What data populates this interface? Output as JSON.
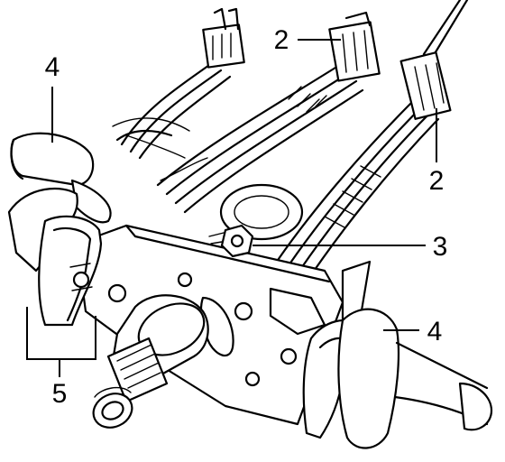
{
  "callouts": [
    {
      "id": "c1",
      "text": "4"
    },
    {
      "id": "c2",
      "text": "2"
    },
    {
      "id": "c3",
      "text": "2"
    },
    {
      "id": "c4",
      "text": "3"
    },
    {
      "id": "c5",
      "text": "4"
    },
    {
      "id": "c6",
      "text": "5"
    }
  ]
}
